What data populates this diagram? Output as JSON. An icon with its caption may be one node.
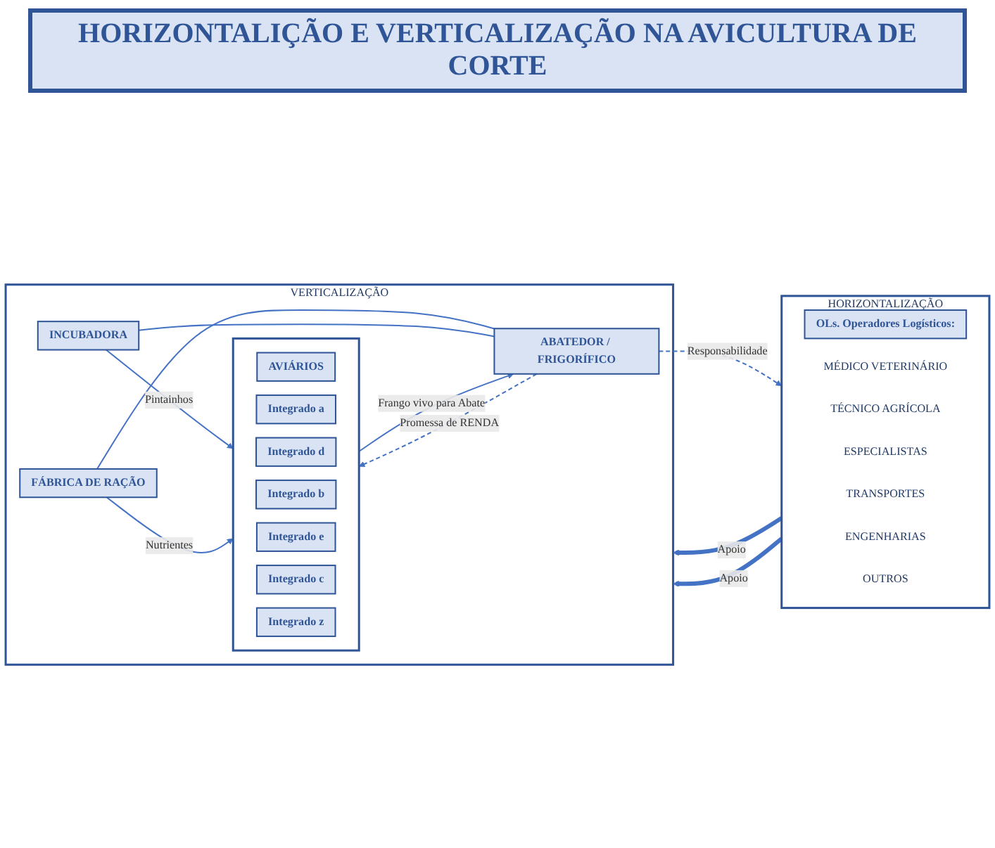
{
  "diagram": {
    "title": "HORIZONTALIÇÃO E VERTICALIZAÇÃO NA AVICULTURA DE CORTE",
    "nodes": [
      {
        "text": [
          "HORIZONTALIZAÇÃO"
        ]
      },
      {
        "text": [
          "OLs. Operadores Logísticos:"
        ],
        "in": 0
      },
      {
        "text": [
          "MÉDICO VETERINÁRIO"
        ],
        "in": 0
      },
      {
        "text": [
          "TÉCNICO AGRÍCOLA"
        ],
        "in": 0
      },
      {
        "text": [
          "ESPECIALISTAS"
        ],
        "in": 0
      },
      {
        "text": [
          "TRANSPORTES"
        ],
        "in": 0
      },
      {
        "text": [
          "ENGENHARIAS"
        ],
        "in": 0
      },
      {
        "text": [
          "OUTROS"
        ],
        "in": 0
      },
      {
        "text": [
          "VERTICALIZAÇÃO"
        ]
      },
      {
        "text": [
          "INCUBADORA"
        ],
        "in": 8
      },
      {
        "text": [
          "FÁBRICA DE RAÇÃO"
        ],
        "in": 8
      },
      {
        "text": [],
        "shape": "box",
        "in": 8
      },
      {
        "text": [
          "AVIÁRIOS"
        ],
        "in": 11
      },
      {
        "text": [
          "Integrado a"
        ],
        "in": 11
      },
      {
        "text": [
          "Integrado d"
        ],
        "in": 11
      },
      {
        "text": [
          "Integrado b"
        ],
        "in": 11
      },
      {
        "text": [
          "Integrado e"
        ],
        "in": 11
      },
      {
        "text": [
          "Integrado c"
        ],
        "in": 11
      },
      {
        "text": [
          "Integrado z"
        ],
        "in": 11
      },
      {
        "text": [
          "ABATEDOR / FRIGORÍFICO"
        ],
        "in": 8
      }
    ],
    "edges": [
      {
        "from": 0,
        "to": 8,
        "arrow": "to",
        "label": "Apoio",
        "style": "thick"
      },
      {
        "from": 0,
        "to": 8,
        "arrow": "to",
        "label": "Apoio",
        "style": "thick"
      },
      {
        "from": 9,
        "to": 11,
        "arrow": "to",
        "label": "Pintainhos"
      },
      {
        "from": 10,
        "to": 11,
        "arrow": "to",
        "label": "Nutrientes"
      },
      {
        "from": 11,
        "to": 19,
        "arrow": "to",
        "label": "Frango vivo para Abate"
      },
      {
        "from": 19,
        "to": 11,
        "arrow": "to",
        "label": "Promessa de RENDA",
        "style": "dashed"
      },
      {
        "from": 19,
        "to": 0,
        "arrow": "to",
        "label": "Responsabilidade",
        "style": "dashed"
      },
      {
        "from": 10,
        "to": 19,
        "arrow": "none"
      },
      {
        "from": 9,
        "to": 19,
        "arrow": "none"
      }
    ]
  }
}
